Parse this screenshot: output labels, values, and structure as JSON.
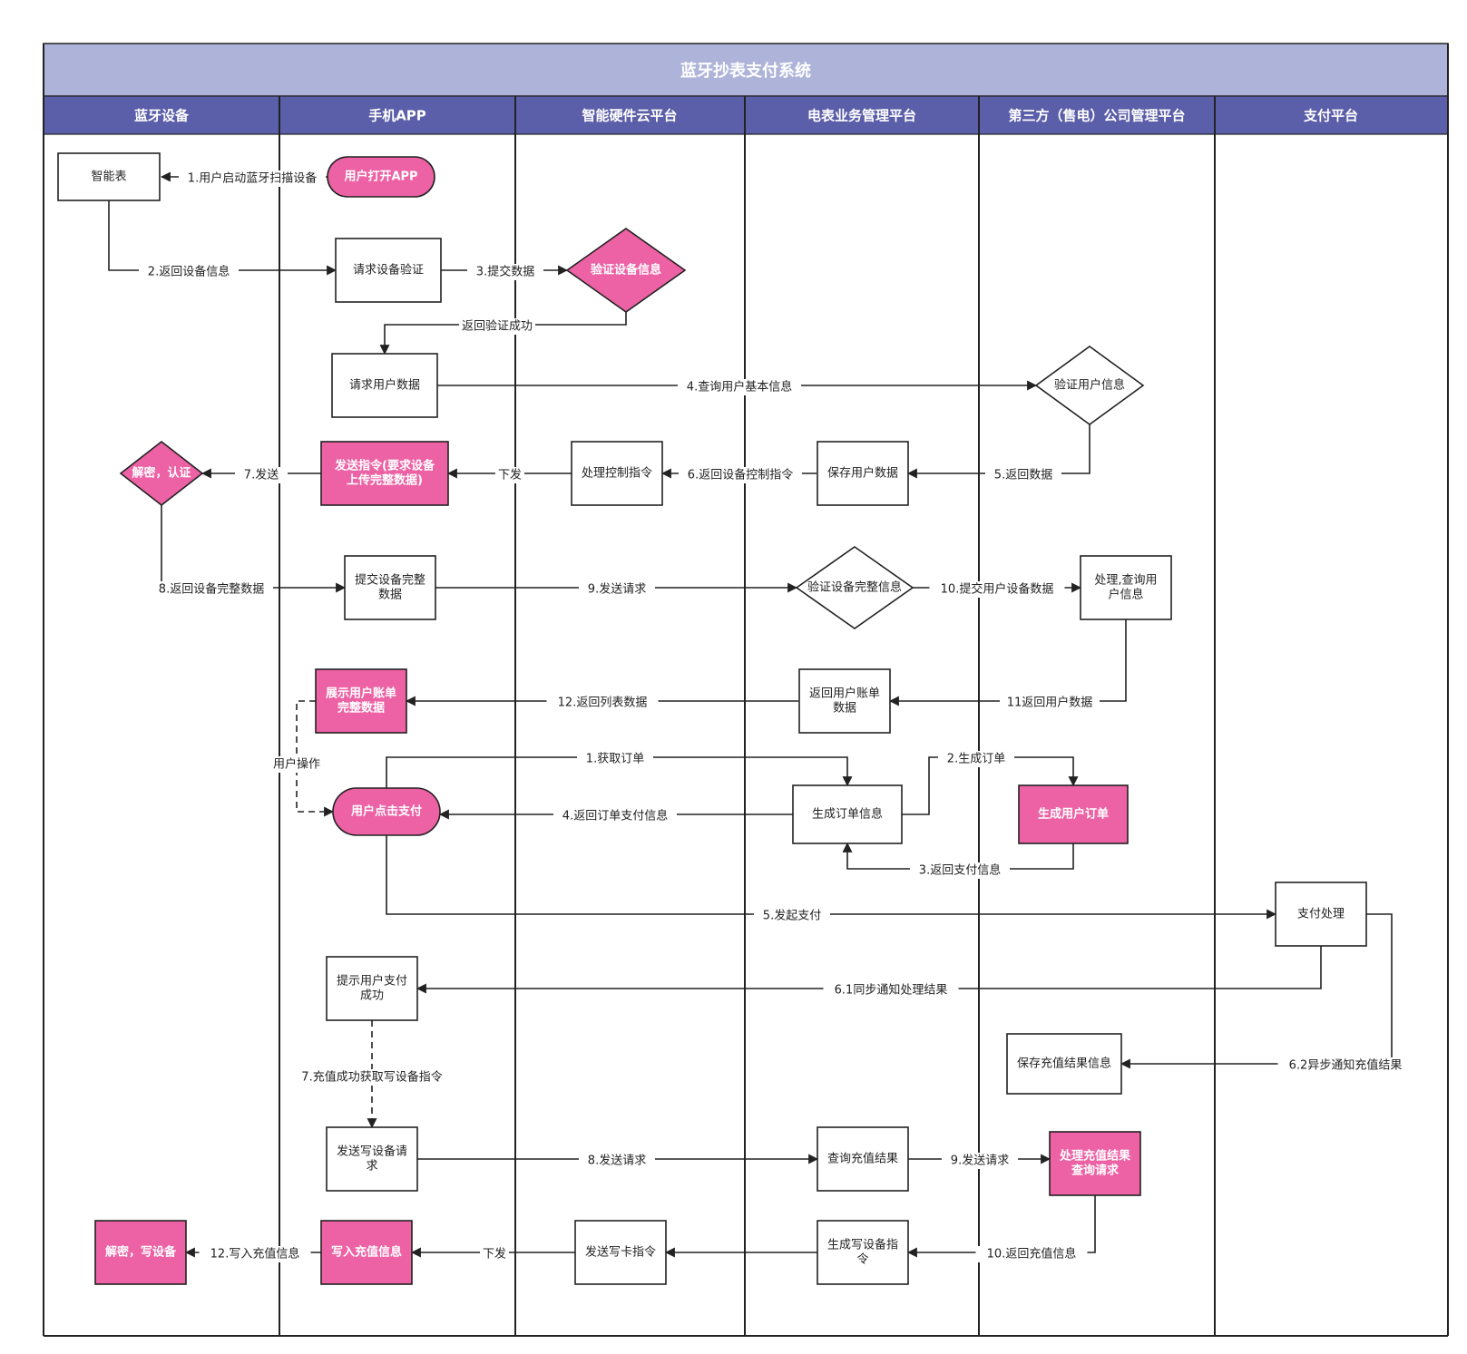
{
  "title": "蓝牙抄表支付系统",
  "colors": {
    "title_bg": "#aeb4d9",
    "header_bg": "#5b5ea8",
    "accent": "#ec62a4",
    "border": "#222222"
  },
  "lanes": [
    "蓝牙设备",
    "手机APP",
    "智能硬件云平台",
    "电表业务管理平台",
    "第三方（售电）公司管理平台",
    "支付平台"
  ],
  "nodes": {
    "smart_meter": [
      "智能表"
    ],
    "open_app": [
      "用户打开APP"
    ],
    "request_verify": [
      "请求设备验证"
    ],
    "verify_device": [
      "验证设备信息"
    ],
    "request_user_data": [
      "请求用户数据"
    ],
    "verify_user": [
      "验证用户信息"
    ],
    "decrypt_auth": [
      "解密，认证"
    ],
    "send_cmd": [
      "发送指令(要求设备",
      "上传完整数据)"
    ],
    "process_ctrl": [
      "处理控制指令"
    ],
    "save_user_data": [
      "保存用户数据"
    ],
    "submit_full": [
      "提交设备完整",
      "数据"
    ],
    "verify_full": [
      "验证设备完整信息"
    ],
    "process_query": [
      "处理,查询用",
      "户信息"
    ],
    "show_bill": [
      "展示用户账单",
      "完整数据"
    ],
    "return_bill": [
      "返回用户账单",
      "数据"
    ],
    "click_pay": [
      "用户点击支付"
    ],
    "gen_order_info": [
      "生成订单信息"
    ],
    "gen_user_order": [
      "生成用户订单"
    ],
    "pay_process": [
      "支付处理"
    ],
    "pay_success": [
      "提示用户支付",
      "成功"
    ],
    "save_recharge": [
      "保存充值结果信息"
    ],
    "send_write_req": [
      "发送写设备请",
      "求"
    ],
    "query_recharge": [
      "查询充值结果"
    ],
    "process_recharge": [
      "处理充值结果",
      "查询请求"
    ],
    "decrypt_write": [
      "解密，写设备"
    ],
    "write_recharge": [
      "写入充值信息"
    ],
    "send_card_cmd": [
      "发送写卡指令"
    ],
    "gen_write_cmd": [
      "生成写设备指",
      "令"
    ]
  },
  "edges": {
    "e1": "1.用户启动蓝牙扫描设备",
    "e2": "2.返回设备信息",
    "e3": "3.提交数据",
    "e_ok": "返回验证成功",
    "e4": "4.查询用户基本信息",
    "e5": "5.返回数据",
    "e6": "6.返回设备控制指令",
    "e_down1": "下发",
    "e7": "7.发送",
    "e8": "8.返回设备完整数据",
    "e9": "9.发送请求",
    "e10": "10.提交用户设备数据",
    "e11": "11返回用户数据",
    "e12": "12.返回列表数据",
    "e_op": "用户操作",
    "p1": "1.获取订单",
    "p2": "2.生成订单",
    "p3": "3.返回支付信息",
    "p4": "4.返回订单支付信息",
    "p5": "5.发起支付",
    "p61": "6.1同步通知处理结果",
    "p62": "6.2异步通知充值结果",
    "p7": "7.充值成功获取写设备指令",
    "p8": "8.发送请求",
    "p9": "9.发送请求",
    "p10": "10.返回充值信息",
    "e_down2": "下发",
    "p12": "12.写入充值信息"
  }
}
